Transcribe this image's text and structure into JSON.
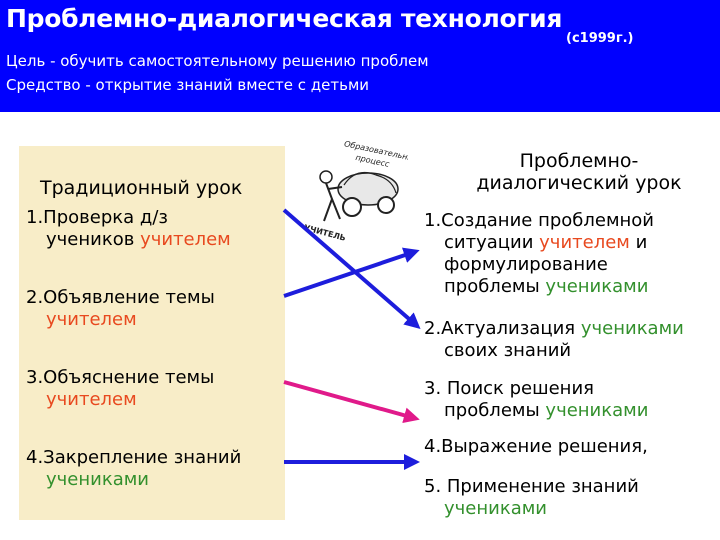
{
  "header": {
    "title": "Проблемно-диалогическая технология",
    "year": "(с1999г.)",
    "goal": "Цель - обучить самостоятельному решению проблем",
    "means": "Средство - открытие знаний вместе с детьми"
  },
  "left": {
    "heading": "Традиционный урок",
    "item1_a": "1.Проверка д/з",
    "item1_b": "учеников",
    "item1_c": "учителем",
    "item2_a": "2.Объявление темы",
    "item2_b": "учителем",
    "item3_a": "3.Объяснение темы",
    "item3_b": "учителем",
    "item4_a": "4.Закрепление знаний",
    "item4_b": "учениками"
  },
  "right": {
    "heading_1": "Проблемно-",
    "heading_2": "диалогический урок",
    "item1_a": "1.Создание проблемной",
    "item1_b": "ситуации",
    "item1_c": "учителем",
    "item1_d": "и",
    "item1_e": "формулирование",
    "item1_f": "проблемы",
    "item1_g": "учениками",
    "item2_a": "2.Актуализация",
    "item2_b": "учениками",
    "item2_c": "своих знаний",
    "item3_a": "3. Поиск решения",
    "item3_b": "проблемы",
    "item3_c": "учениками",
    "item4": "4.Выражение решения,",
    "item5_a": "5.  Применение знаний",
    "item5_b": "учениками"
  },
  "illustration": {
    "process_label_1": "Образовательный",
    "process_label_2": "процесс",
    "teacher_label": "УЧИТЕЛЬ"
  },
  "colors": {
    "header_bg": "#0000ff",
    "left_box_bg": "#f8edc8",
    "teacher_word": "#e8491f",
    "student_word": "#33902d",
    "arrow_blue": "#1d1ddc",
    "arrow_magenta": "#e01a8a"
  }
}
